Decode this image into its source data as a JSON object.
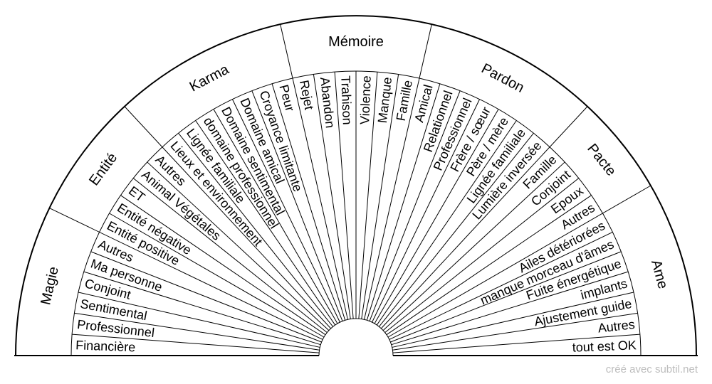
{
  "pendulum_chart": {
    "colors": {
      "line": "#000000",
      "text": "#000000",
      "background": "#ffffff"
    },
    "sections": [
      {
        "title": "Magie",
        "items": [
          "Financière",
          "Professionnel",
          "Sentimental",
          "Conjoint",
          "Ma personne",
          "Autres"
        ]
      },
      {
        "title": "Entité",
        "items": [
          "Entité positive",
          "Entité négative",
          "ET",
          "Animal Végétales",
          "Autres"
        ]
      },
      {
        "title": "Karma",
        "items": [
          "Lieux et environnement",
          "Lignée familiale",
          "domaine professionnel",
          "Domaine sentimental",
          "Domaine amical",
          "Croyance limitante",
          "Peur"
        ]
      },
      {
        "title": "Mémoire",
        "items": [
          "Rejet",
          "Abandon",
          "Trahison",
          "Violence",
          "Manque",
          "Famille"
        ]
      },
      {
        "title": "Pardon",
        "items": [
          "Amical",
          "Relationnel",
          "Professionnel",
          "Frère / sœur",
          "Père / mère",
          "Lignée familiale",
          "Lumière inversée"
        ]
      },
      {
        "title": "Pacte",
        "items": [
          "Famille",
          "Conjoint",
          "Epoux",
          "Autres"
        ]
      },
      {
        "title": "Ame",
        "items": [
          "Ailes détériorées",
          "manque morceau d'âmes",
          "Fuite énergétique",
          "implants",
          "Ajustement guide",
          "Autres",
          "tout est OK"
        ]
      }
    ]
  },
  "credit": "créé avec subtil.net"
}
